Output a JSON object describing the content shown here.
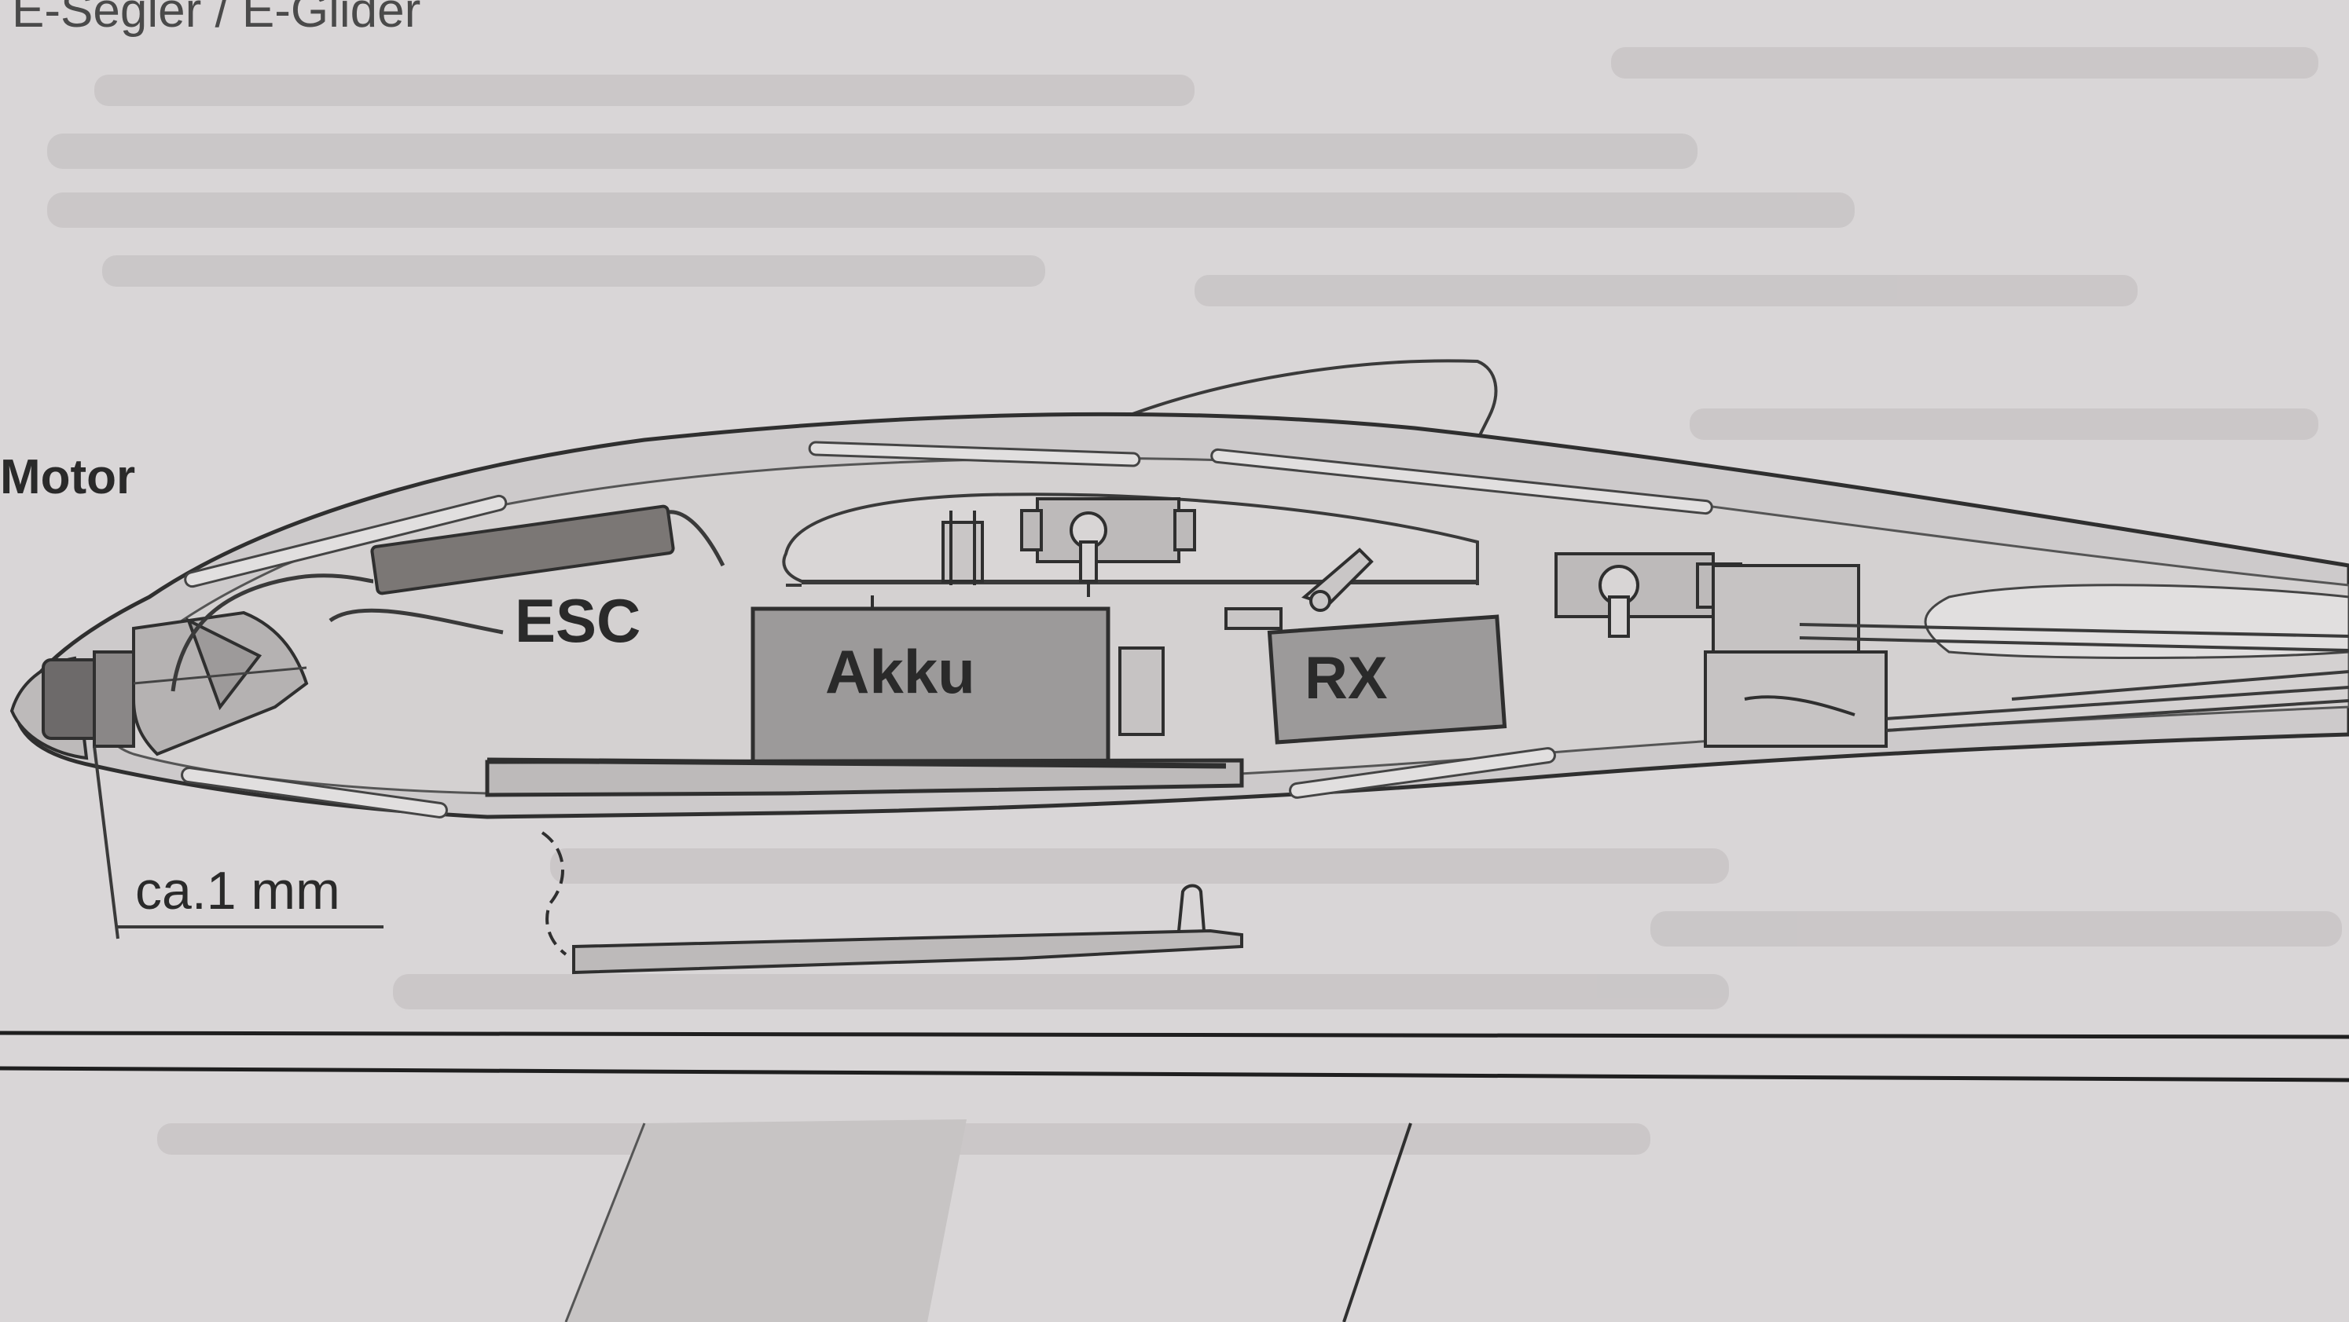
{
  "header": {
    "text": "E-Segler / E-Glider"
  },
  "labels": {
    "motor": "Motor",
    "esc": "ESC",
    "akku": "Akku",
    "rx": "RX",
    "gap": "ca.1 mm"
  },
  "colors": {
    "paper": "#d9d6d7",
    "line": "#3a3a3a",
    "component_fill": "#9c9a9a",
    "esc_fill": "#7b7775",
    "fuselage_fill": "#c9c6c6"
  }
}
